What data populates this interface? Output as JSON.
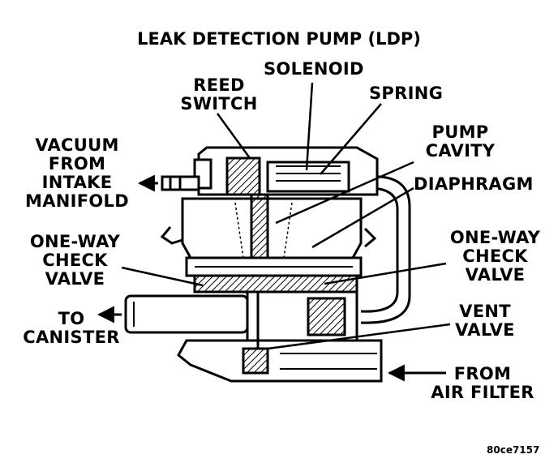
{
  "title": "LEAK DETECTION PUMP (LDP)",
  "figure_code": "80ce7157",
  "labels": {
    "solenoid": [
      "SOLENOID"
    ],
    "reed_switch": [
      "REED",
      "SWITCH"
    ],
    "spring": [
      "SPRING"
    ],
    "vacuum": [
      "VACUUM",
      "FROM",
      "INTAKE",
      "MANIFOLD"
    ],
    "pump_cavity": [
      "PUMP",
      "CAVITY"
    ],
    "diaphragm": [
      "DIAPHRAGM"
    ],
    "check_left": [
      "ONE-WAY",
      "CHECK",
      "VALVE"
    ],
    "check_right": [
      "ONE-WAY",
      "CHECK",
      "VALVE"
    ],
    "to_canister": [
      "TO",
      "CANISTER"
    ],
    "vent_valve": [
      "VENT",
      "VALVE"
    ],
    "from_filter": [
      "FROM",
      "AIR FILTER"
    ]
  }
}
